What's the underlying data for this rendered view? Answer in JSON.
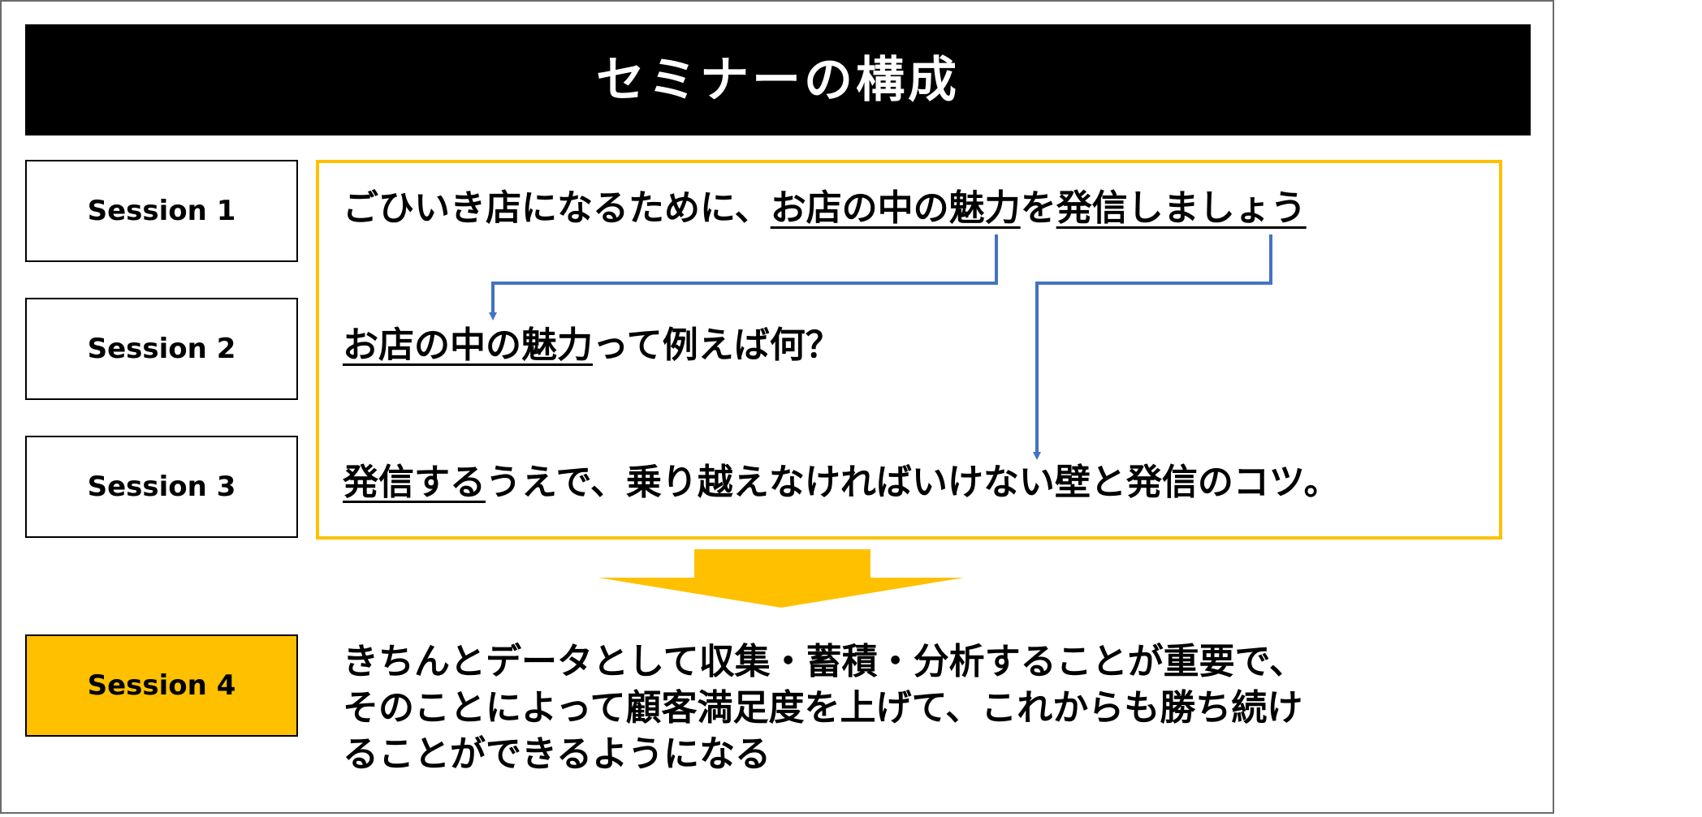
{
  "title": "セミナーの構成",
  "sessions": [
    {
      "label": "Session 1"
    },
    {
      "label": "Session 2"
    },
    {
      "label": "Session 3"
    },
    {
      "label": "Session 4"
    }
  ],
  "line1": {
    "part1": "ごひいき店になるために、",
    "part2": "お店の中の魅力",
    "part3": "を",
    "part4": "発信しましょう"
  },
  "line2": {
    "part1": "お店の中の魅力",
    "part2": "って例えば何？"
  },
  "line3": {
    "part1": "発信する",
    "part2": "うえで、乗り越えなければいけない壁と発信のコツ。"
  },
  "conclusion": {
    "lines": [
      "きちんとデータとして収集・蓄積・分析することが重要で、",
      "そのことによって顧客満足度を上げて、これからも勝ち続け",
      "ることができるようになる"
    ]
  },
  "colors": {
    "accent": "#ffc000",
    "connector": "#4472c4",
    "title_bg": "#000000"
  }
}
